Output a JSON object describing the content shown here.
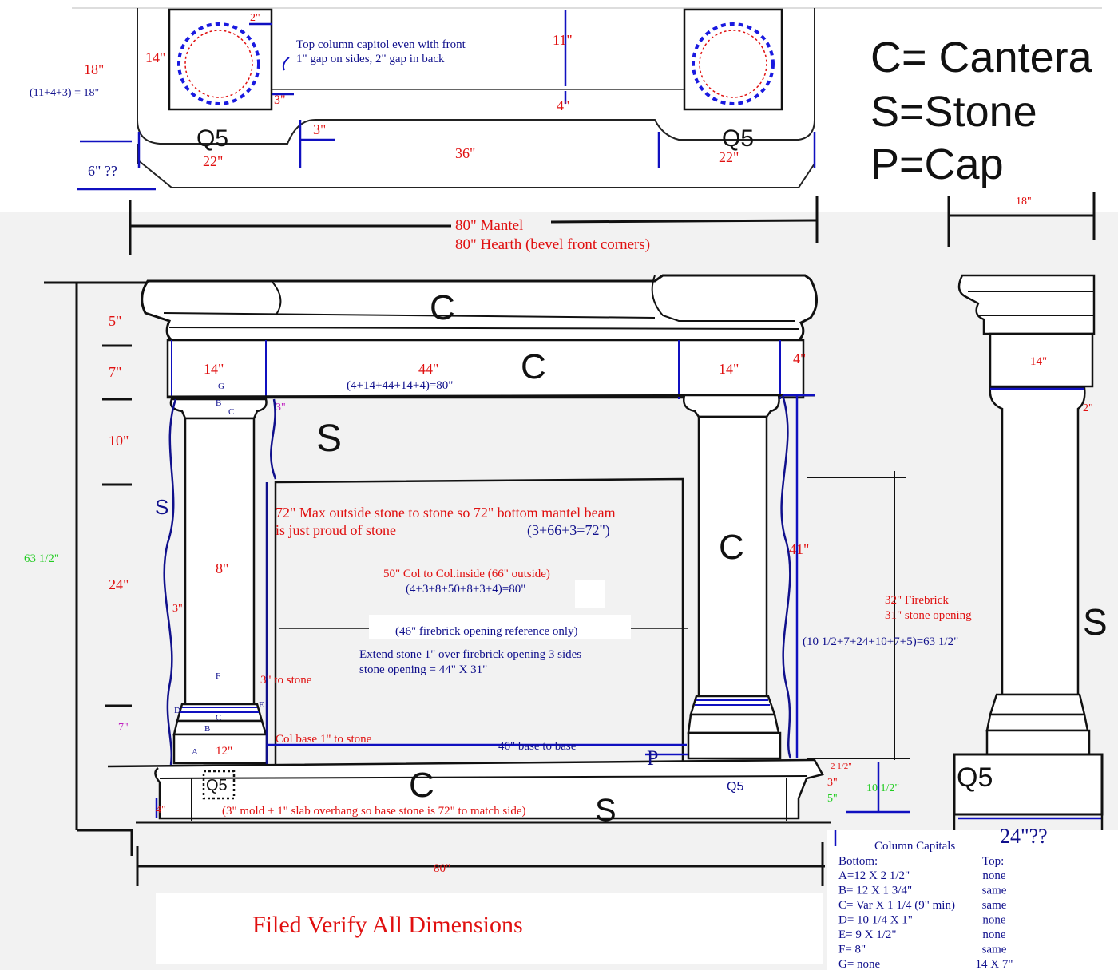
{
  "legend": {
    "line1": "C= Cantera",
    "line2": "S=Stone",
    "line3": "P=Cap"
  },
  "plan": {
    "depth": "18\"",
    "depth_formula": "(11+4+3) = 18\"",
    "col_depth": "14\"",
    "gap_top": "2\"",
    "gap_bottom": "3\"",
    "note_line1": "Top column capitol even with front",
    "note_line2": "1\" gap on sides, 2\" gap in back",
    "mid_depth": "11\"",
    "mid_4": "4\"",
    "notch_3": "3\"",
    "q5_left": "Q5",
    "q5_right": "Q5",
    "width_22_left": "22\"",
    "width_36": "36\"",
    "width_22_right": "22\"",
    "six_q": "6\" ??"
  },
  "side_top": {
    "label_18": "18\""
  },
  "overall": {
    "mantel": "80\" Mantel",
    "hearth": "80\" Hearth (bevel front corners)"
  },
  "front": {
    "c_mantel": "C",
    "c_frieze": "C",
    "s_upper": "S",
    "s_left": "S",
    "c_column": "C",
    "c_hearth": "C",
    "s_base": "S",
    "p_cap": "P",
    "dim_5": "5\"",
    "dim_7": "7\"",
    "dim_10": "10\"",
    "dim_24": "24\"",
    "dim_7b": "7\"",
    "dim_635": "63 1/2\"",
    "w_14_left": "14\"",
    "w_44": "44\"",
    "formula_80": "(4+14+44+14+4)=80\"",
    "w_14_right": "14\"",
    "w_4_right": "4\"",
    "cap_3": "3\"",
    "lbl_g": "G",
    "lbl_b_top": "B",
    "lbl_c_top": "C",
    "col_8": "8\"",
    "stone_3": "3\"",
    "lbl_f": "F",
    "to_stone": "3\" to stone",
    "lbl_d": "D",
    "lbl_e": "E",
    "lbl_c_bot": "C",
    "lbl_b_bot": "B",
    "lbl_a": "A",
    "base_12": "12\"",
    "col_base_note": "Col base 1\" to stone",
    "base_to_base": "46\" base to base",
    "max_note1": "72\" Max outside stone to stone so 72\" bottom mantel beam",
    "max_note2": "is just proud of stone",
    "max_formula": "(3+66+3=72\")",
    "col_note": "50\" Col to Col.inside (66\" outside)",
    "col_formula": "(4+3+8+50+8+3+4)=80\"",
    "firebrick_ref": "(46\" firebrick opening reference only)",
    "extend_note1": "Extend stone 1\" over firebrick opening 3 sides",
    "extend_note2": "stone opening = 44\" X 31\"",
    "h_41": "41\"",
    "firebrick_32": "32\" Firebrick",
    "opening_31": "31\" stone opening",
    "height_formula": "(10 1/2+7+24+10+7+5)=63 1/2\"",
    "q5_left": "Q5",
    "q5_right": "Q5",
    "h_25": "2 1/2\"",
    "h_3": "3\"",
    "h_5": "5\"",
    "h_105": "10 1/2\"",
    "h_4": "4\"",
    "mold_note": "(3\" mold + 1\" slab overhang so base stone is 72\" to match side)",
    "bottom_80": "80\""
  },
  "side": {
    "w_14": "14\"",
    "gap_2": "2\"",
    "s_label": "S",
    "q5": "Q5",
    "depth_24": "24\"??"
  },
  "capitals": {
    "title": "Column Capitals",
    "bottom_hdr": "Bottom:",
    "top_hdr": "Top:",
    "rows": [
      {
        "bottom": "A=12 X 2 1/2\"",
        "top": "none"
      },
      {
        "bottom": "B= 12 X 1 3/4\"",
        "top": "same"
      },
      {
        "bottom": "C= Var X 1 1/4 (9\" min)",
        "top": "same"
      },
      {
        "bottom": "D= 10 1/4 X 1\"",
        "top": "none"
      },
      {
        "bottom": "E= 9 X 1/2\"",
        "top": "none"
      },
      {
        "bottom": "F= 8\"",
        "top": "same"
      },
      {
        "bottom": "G= none",
        "top": "14 X 7\""
      }
    ]
  },
  "footer": {
    "verify": "Filed Verify All Dimensions"
  },
  "colors": {
    "red": "#e01010",
    "blue": "#10108c",
    "navy": "#0a0a78",
    "green": "#22cc22",
    "magenta": "#c020c0",
    "ink": "#111111"
  }
}
